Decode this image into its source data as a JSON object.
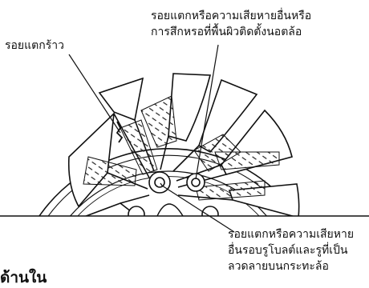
{
  "labels": {
    "crack": "รอยแตกร้าว",
    "damage_hub_mount": [
      "รอยแตกหรือความเสียหายอื่นหรือ",
      "การสึกหรอที่พื้นผิวติดตั้งนอตล้อ"
    ],
    "damage_bolt_holes": [
      "รอยแตกหรือความเสียหาย",
      "อื่นรอบรูโบลต์และรูที่เป็น",
      "ลวดลายบนกระทะล้อ"
    ]
  },
  "heading": "ด้านใน"
}
